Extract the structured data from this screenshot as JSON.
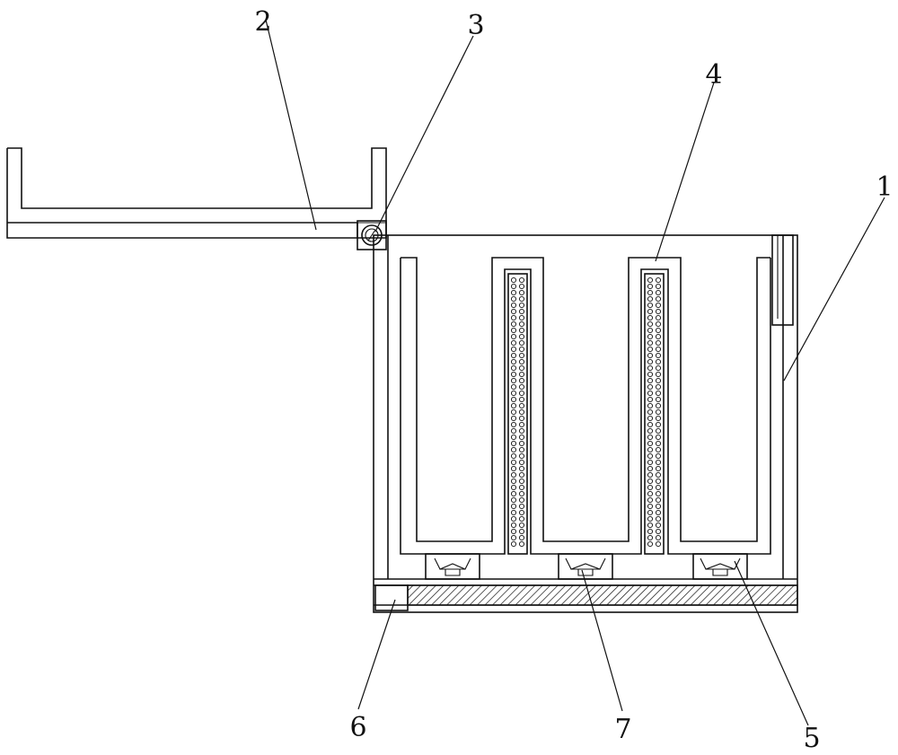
{
  "labels": {
    "part_1": "1",
    "part_2": "2",
    "part_3": "3",
    "part_4": "4",
    "part_5": "5",
    "part_6": "6",
    "part_7": "7"
  },
  "colors": {
    "line": "#111111",
    "background": "#ffffff"
  }
}
